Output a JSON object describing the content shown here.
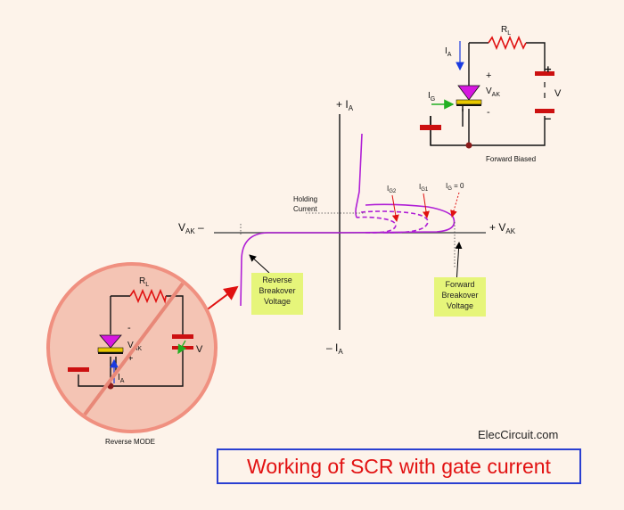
{
  "title": "Working of SCR with gate current",
  "brand": "ElecCircuit.com",
  "axes": {
    "plus_ia": "+ I",
    "minus_ia": "– I",
    "ia_sub": "A",
    "minus_vak": "V",
    "minus_vak_sub": "AK",
    "minus_vak_sign": " –",
    "plus_vak": "+ V",
    "plus_vak_sub": "AK"
  },
  "labels": {
    "holding_line1": "Holding",
    "holding_line2": "Current",
    "ig2": "I",
    "ig2_sub": "G2",
    "ig1": "I",
    "ig1_sub": "G1",
    "ig0": "I",
    "ig0_sub": "G",
    "ig0_tail": " = 0"
  },
  "reverse_box": [
    "Reverse",
    "Breakover",
    "Voltage"
  ],
  "forward_box": [
    "Forward",
    "Breakover",
    "Voltage"
  ],
  "forward_circuit": {
    "caption": "Forward  Biased",
    "rl": "R",
    "rl_sub": "L",
    "ia": "I",
    "ia_sub": "A",
    "ig": "I",
    "ig_sub": "G",
    "vak": "V",
    "vak_sub": "AK",
    "plus": "+",
    "minus": "-",
    "v": "V",
    "bat_plus": "+",
    "bat_minus": "–"
  },
  "reverse_circuit": {
    "caption": "Reverse  MODE",
    "rl": "R",
    "rl_sub": "L",
    "ia": "I",
    "ia_sub": "A",
    "vak": "V",
    "vak_sub": "AK",
    "plus": "+",
    "minus": "-",
    "v": "V"
  },
  "colors": {
    "curve": "#b01fd6",
    "resistor": "#e01010",
    "battery": "#cc1010",
    "scr": "#d617e0",
    "gate_bar": "#e8c800",
    "title_border": "#2a3fd1",
    "title_text": "#e21212",
    "box_fill": "#e6f57a",
    "circle_fill": "#f4c4b4",
    "circle_edge": "#f09080"
  }
}
